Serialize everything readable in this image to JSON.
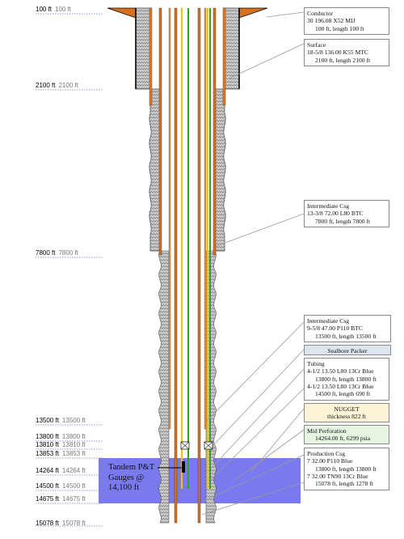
{
  "depth_labels": [
    {
      "main": "100 ft",
      "sub": "100 ft"
    },
    {
      "main": "2100 ft",
      "sub": "2100 ft"
    },
    {
      "main": "7800 ft",
      "sub": "7800 ft"
    },
    {
      "main": "13500 ft",
      "sub": "13500 ft"
    },
    {
      "main": "13800 ft",
      "sub": "13800 ft"
    },
    {
      "main": "13810 ft",
      "sub": "13810 ft"
    },
    {
      "main": "13853 ft",
      "sub": "13853 ft"
    },
    {
      "main": "14264 ft",
      "sub": "14264 ft"
    },
    {
      "main": "14500 ft",
      "sub": "14500 ft"
    },
    {
      "main": "14675 ft",
      "sub": "14675 ft"
    },
    {
      "main": "15078 ft",
      "sub": "15078 ft"
    }
  ],
  "callouts": {
    "conductor": [
      "Conductor",
      "30 196.08 X52 MIJ",
      "100 ft, length 100 ft"
    ],
    "surface": [
      "Surface",
      "18-5/8 136.00 K55 MTC",
      "2100 ft, length 2100 ft"
    ],
    "intermediate_13": [
      "Intermediate Csg",
      "13-3/8 72.00 L80 BTC",
      "7800 ft, length 7800 ft"
    ],
    "intermediate_9": [
      "Intermediate Csg",
      "9-5/8 47.00 P110 BTC",
      "13500 ft, length 13500 ft"
    ],
    "sealbore": "Sealbore Packer",
    "tubing": [
      "Tubing",
      "4-1/2 13.50 L80 13Cr Blue",
      "13800 ft, length 13800 ft",
      "4-1/2 13.50 L80 13Cr Blue",
      "14500 ft, length 690 ft"
    ],
    "nugget": [
      "NUGGET",
      "thickness 822 ft"
    ],
    "mid_perf": [
      "Mid Perforation",
      "14264.00 ft, 6299 psia"
    ],
    "production": [
      "Production Csg",
      "7 32.00 P110 Blue",
      "13800 ft, length 13800 ft",
      "7 32.00 TN90 13Cr Blue",
      "15078 ft, length 1278 ft"
    ]
  },
  "annotation": {
    "tandem": [
      "Tandem P&T",
      "Gauges @",
      "14,100 ft"
    ]
  },
  "colors": {
    "cement": "#c4c4c4",
    "casing_outline": "#404040",
    "conductor": "#000000",
    "surface_casing": "#f07818",
    "production_casing": "#d87020",
    "intermediate_casing": "#f09040",
    "tubing_yellow": "#e8c800",
    "tubing_green": "#3a9a2a",
    "reservoir": "#7a79ee",
    "callout_border": "#8a8a8a",
    "leader": "#9a9a9a",
    "packer_fill": "#dde6ef",
    "nugget_fill": "#fdf3d6",
    "perf_fill": "#e6f4e2"
  }
}
